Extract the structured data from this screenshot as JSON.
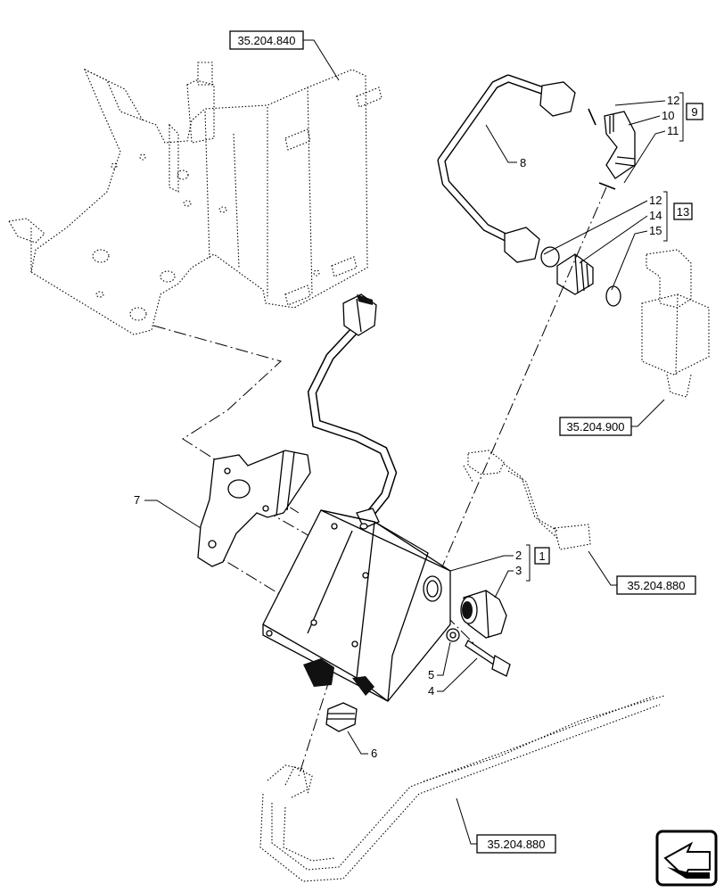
{
  "references": {
    "r1": "35.204.840",
    "r2": "35.204.900",
    "r3": "35.204.880",
    "r4": "35.204.880"
  },
  "callouts": {
    "c2": "2",
    "c3": "3",
    "c4": "4",
    "c5": "5",
    "c6": "6",
    "c7": "7",
    "c8": "8",
    "c10": "10",
    "c11": "11",
    "c12a": "12",
    "c12b": "12",
    "c14": "14",
    "c15": "15"
  },
  "groups": {
    "g1": "1",
    "g9": "9",
    "g13": "13"
  },
  "nav_icon": "next-page-arrow-icon"
}
